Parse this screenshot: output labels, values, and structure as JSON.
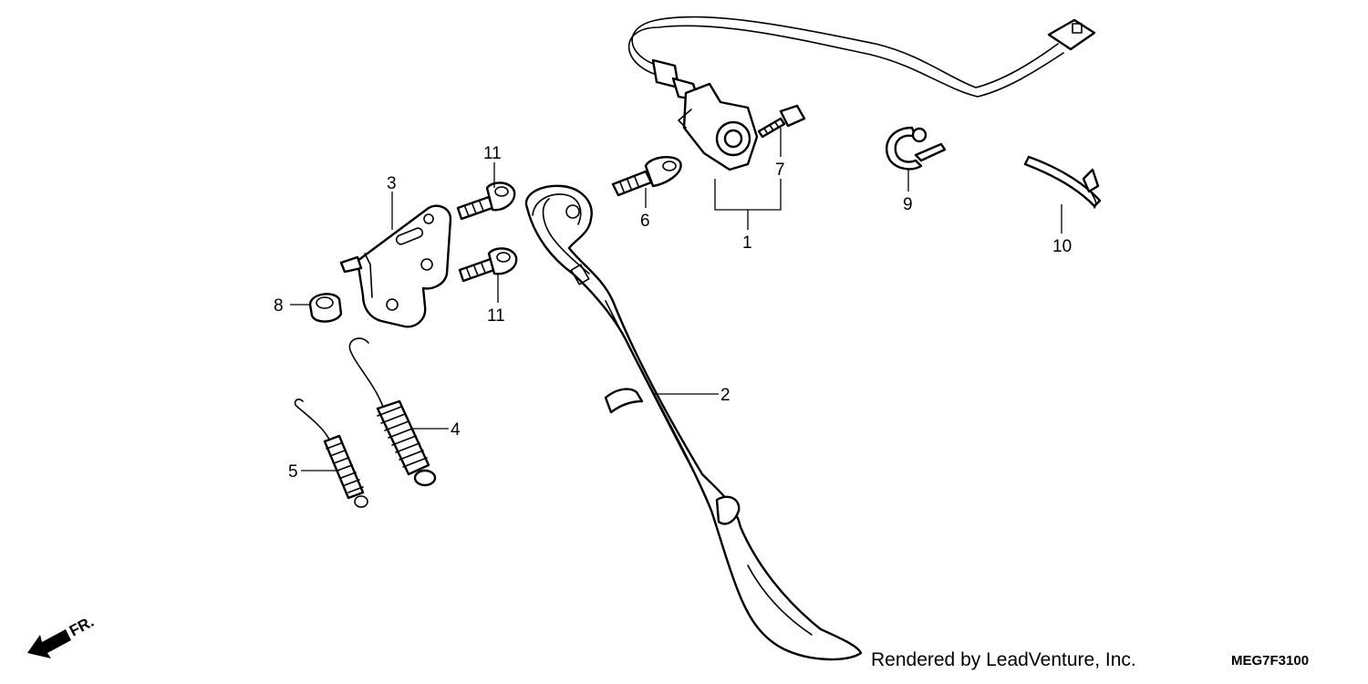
{
  "callouts": {
    "c1": "1",
    "c2": "2",
    "c3": "3",
    "c4": "4",
    "c5": "5",
    "c6": "6",
    "c7": "7",
    "c8": "8",
    "c9": "9",
    "c10": "10",
    "c11a": "11",
    "c11b": "11"
  },
  "front_arrow": {
    "label": "FR."
  },
  "footer": {
    "credit": "Rendered by LeadVenture, Inc.",
    "diagram_code": "MEG7F3100"
  },
  "colors": {
    "line": "#000000",
    "background": "#ffffff"
  }
}
